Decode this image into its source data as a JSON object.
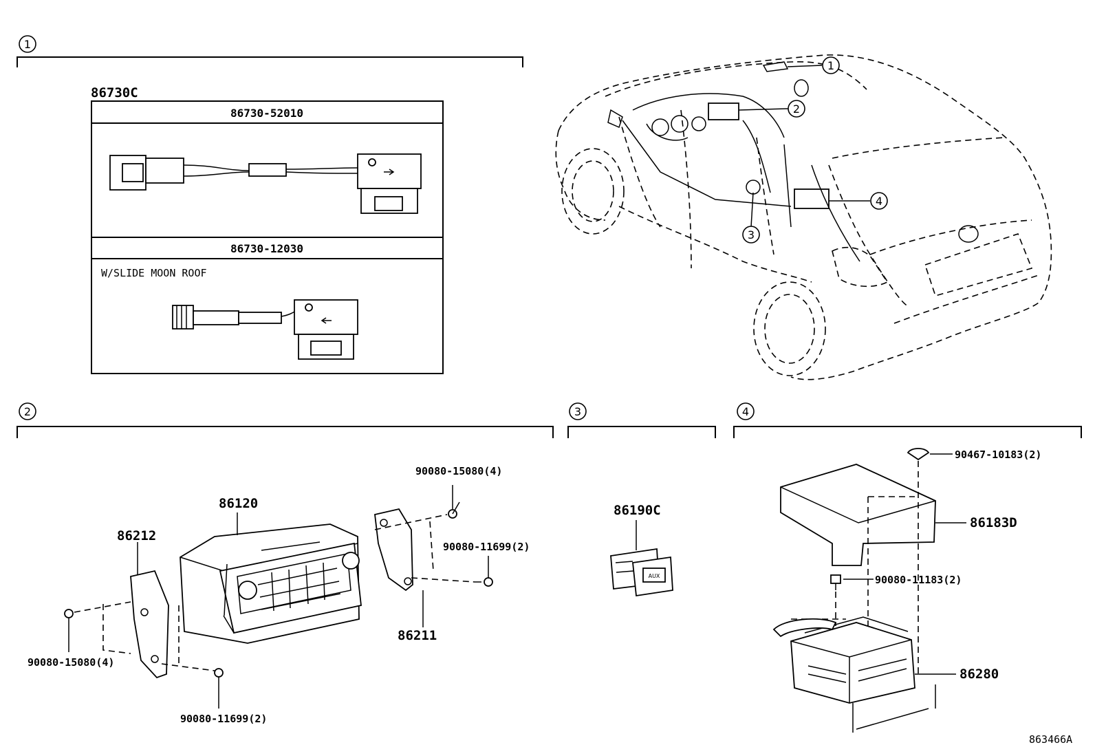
{
  "sections": [
    {
      "id": "1",
      "callout": "1"
    },
    {
      "id": "2",
      "callout": "2"
    },
    {
      "id": "3",
      "callout": "3"
    },
    {
      "id": "4",
      "callout": "4"
    }
  ],
  "section1": {
    "group_label": "86730C",
    "variants": [
      {
        "part_no": "86730-52010",
        "note": ""
      },
      {
        "part_no": "86730-12030",
        "note": "W/SLIDE MOON ROOF"
      }
    ]
  },
  "vehicle_callouts": [
    "1",
    "2",
    "3",
    "4"
  ],
  "section2": {
    "parts": {
      "radio": "86120",
      "bracket_left": "86212",
      "bracket_right": "86211",
      "screw_top_right": "90080-15080(4)",
      "screw_right": "90080-11699(2)",
      "screw_left": "90080-15080(4)",
      "screw_bottom": "90080-11699(2)"
    }
  },
  "section3": {
    "parts": {
      "aux_jack": "86190C"
    },
    "jack_text": "AUX"
  },
  "section4": {
    "parts": {
      "clip": "90467-10183(2)",
      "cover": "86183D",
      "bolt": "90080-11183(2)",
      "amplifier": "86280"
    }
  },
  "illustration_code": "863466A"
}
